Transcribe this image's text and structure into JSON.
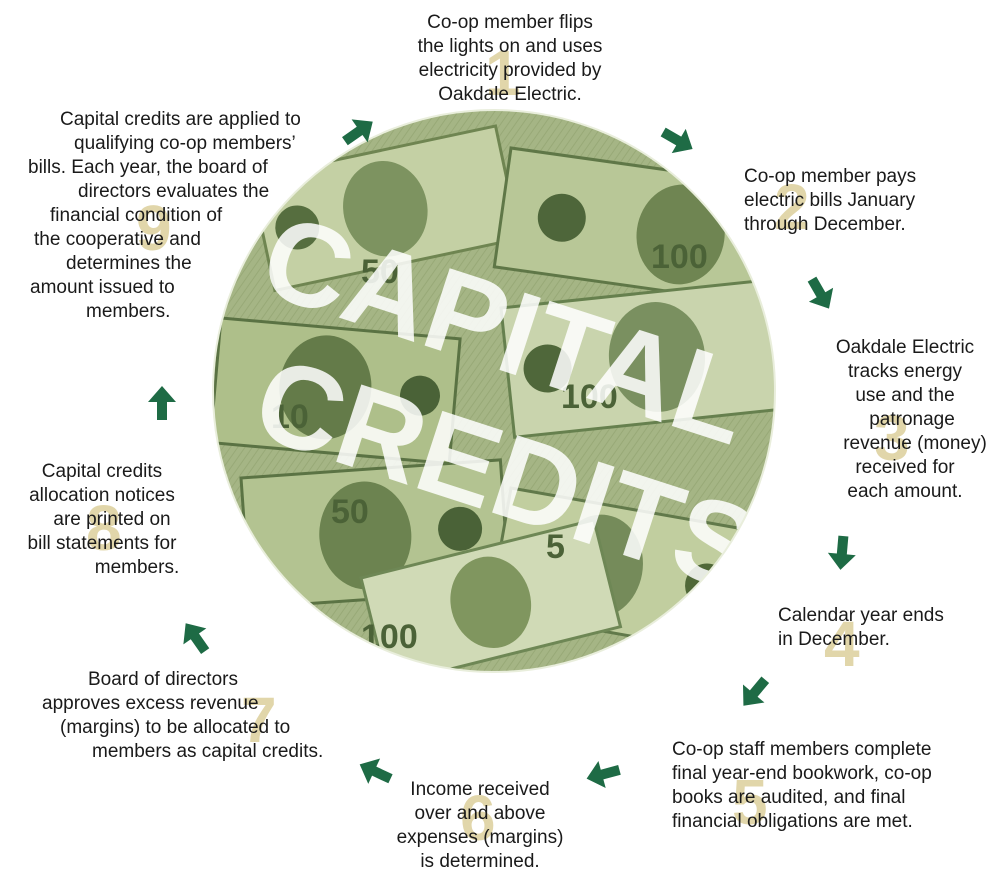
{
  "circle": {
    "words": [
      "CAPITAL",
      "CREDITS"
    ],
    "description_colors": {
      "money_green": "#8fa36a",
      "dark_green": "#3f5a2e",
      "light_green": "#c8d5a7"
    },
    "bill_labels": [
      "100",
      "50",
      "10",
      "100",
      "5",
      "50",
      "100"
    ]
  },
  "arrow_color": "#1e6b45",
  "number_color": "#d7c98e",
  "steps": [
    {
      "number": "1",
      "lines": [
        "Co-op member flips",
        "the lights on and uses",
        "electricity provided by",
        "Oakdale Electric."
      ]
    },
    {
      "number": "2",
      "lines": [
        "Co-op member pays",
        "electric bills January",
        "through December."
      ]
    },
    {
      "number": "3",
      "lines": [
        "Oakdale Electric",
        "tracks energy",
        "use and the",
        "patronage",
        "revenue (money)",
        "received for",
        "each amount."
      ]
    },
    {
      "number": "4",
      "lines": [
        "Calendar year ends",
        "in December."
      ]
    },
    {
      "number": "5",
      "lines": [
        "Co-op staff members complete",
        "final year-end bookwork, co-op",
        "books are audited, and final",
        "financial obligations are met."
      ]
    },
    {
      "number": "6",
      "lines": [
        "Income received",
        "over and above",
        "expenses (margins)",
        "is determined."
      ]
    },
    {
      "number": "7",
      "lines": [
        "Board of directors",
        "approves excess revenue",
        "(margins) to be allocated to",
        "members as capital credits."
      ]
    },
    {
      "number": "8",
      "lines": [
        "Capital credits",
        "allocation notices",
        "are printed on",
        "bill statements for",
        "members."
      ]
    },
    {
      "number": "9",
      "lines": [
        "Capital credits are applied to",
        "qualifying co-op members’",
        "bills. Each year, the board of",
        "directors evaluates the",
        "financial condition of",
        "the cooperative and",
        "determines the",
        "amount issued to",
        "members."
      ]
    }
  ]
}
